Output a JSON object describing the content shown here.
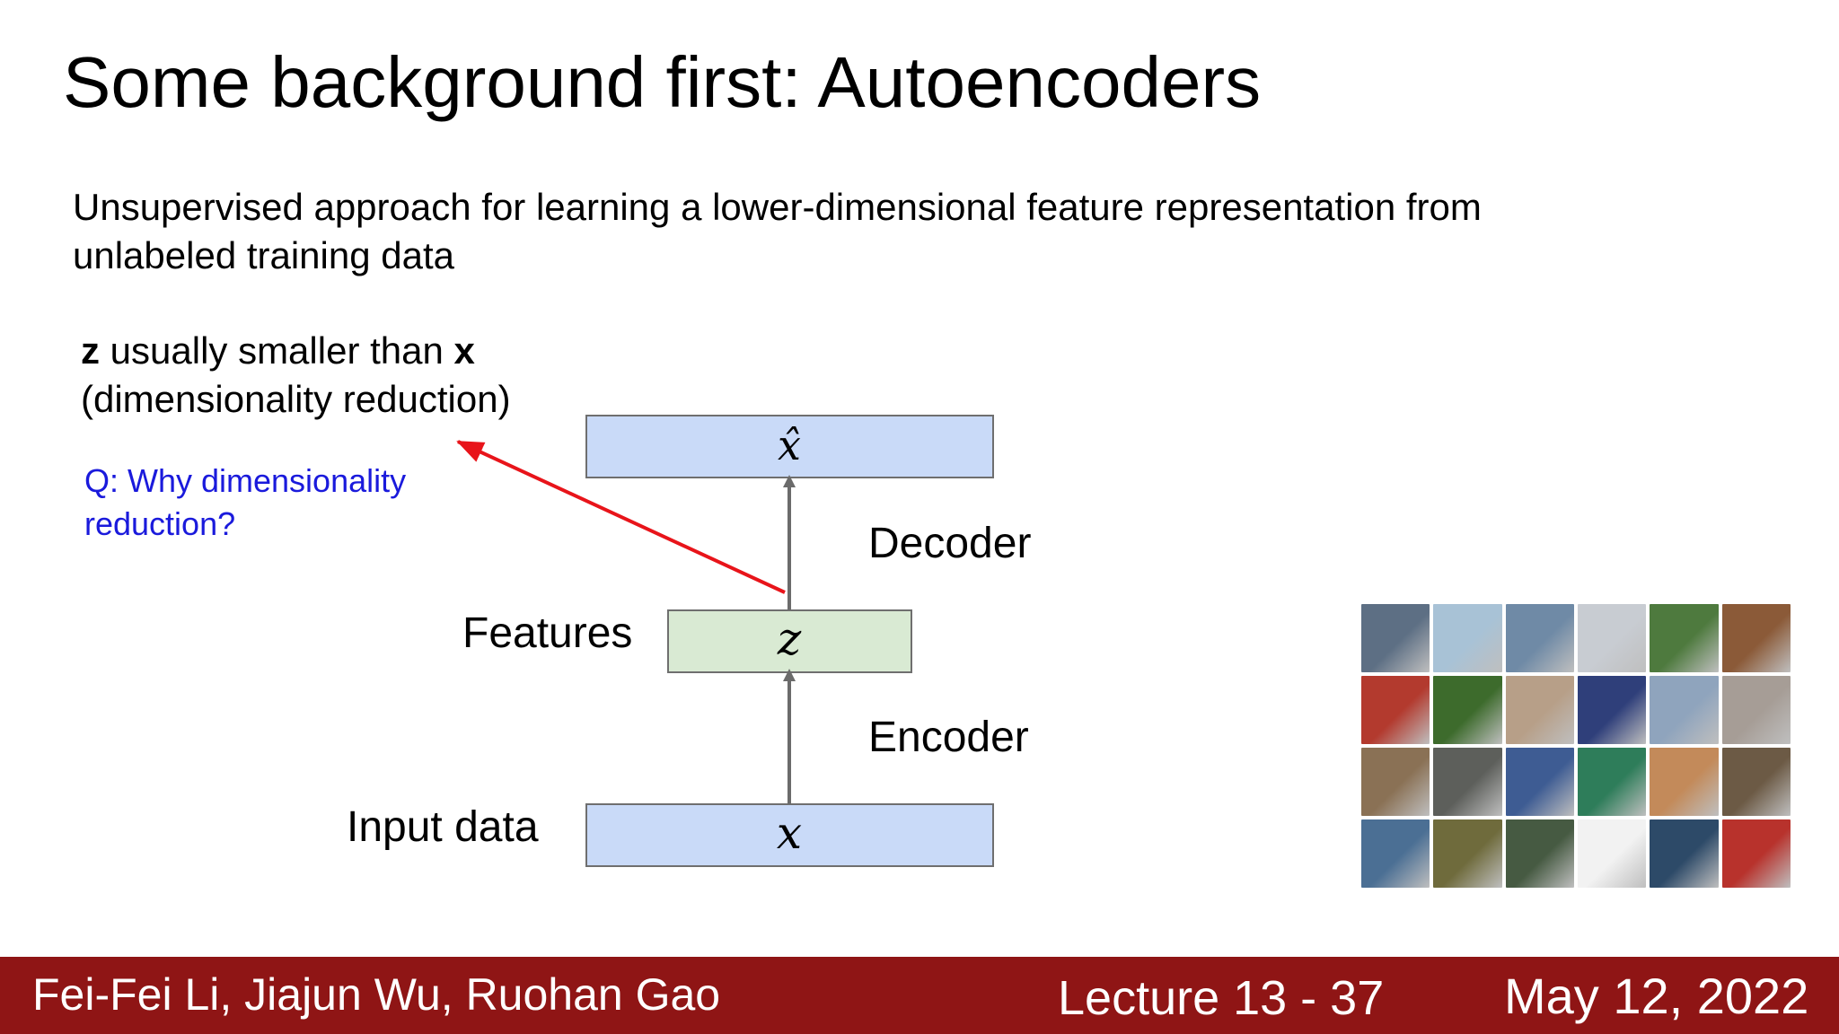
{
  "slide": {
    "title": "Some background first: Autoencoders",
    "subtitle": "Unsupervised approach for learning a lower-dimensional feature representation from unlabeled training data",
    "note": {
      "z": "z",
      "middle": " usually smaller than ",
      "x": "x",
      "line2": "(dimensionality reduction)"
    },
    "question": {
      "line1": "Q: Why dimensionality",
      "line2": "reduction?"
    }
  },
  "diagram": {
    "boxes": {
      "output": "x̂",
      "features": "z",
      "input": "x"
    },
    "labels": {
      "decoder": "Decoder",
      "features": "Features",
      "encoder": "Encoder",
      "input": "Input data"
    },
    "colors": {
      "data_box": "#c9daf8",
      "feature_box": "#d9ead3",
      "arrow": "#6b6b6b",
      "red_arrow": "#e8141a",
      "question_text": "#1a1adc"
    }
  },
  "image_grid": {
    "rows": 4,
    "columns": 6,
    "thumbnail_colors": [
      "#5d6f84",
      "#a8c2d6",
      "#6f8aa6",
      "#c8ccd2",
      "#4e7a3e",
      "#8b5a38",
      "#b33a2e",
      "#3d6b2c",
      "#b79f88",
      "#2f3f7a",
      "#8fa4bd",
      "#a69d96",
      "#8a7155",
      "#5d5f5b",
      "#3e5c93",
      "#2e7d5a",
      "#c38a5a",
      "#6c5a45",
      "#4b6f94",
      "#6f6b3c",
      "#465a42",
      "#f2f2f2",
      "#2d4a68",
      "#b8322c"
    ]
  },
  "footer": {
    "authors": "Fei-Fei Li, Jiajun Wu, Ruohan Gao",
    "lecture": "Lecture 13 -  37",
    "date": "May 12, 2022",
    "background": "#8f1515"
  }
}
